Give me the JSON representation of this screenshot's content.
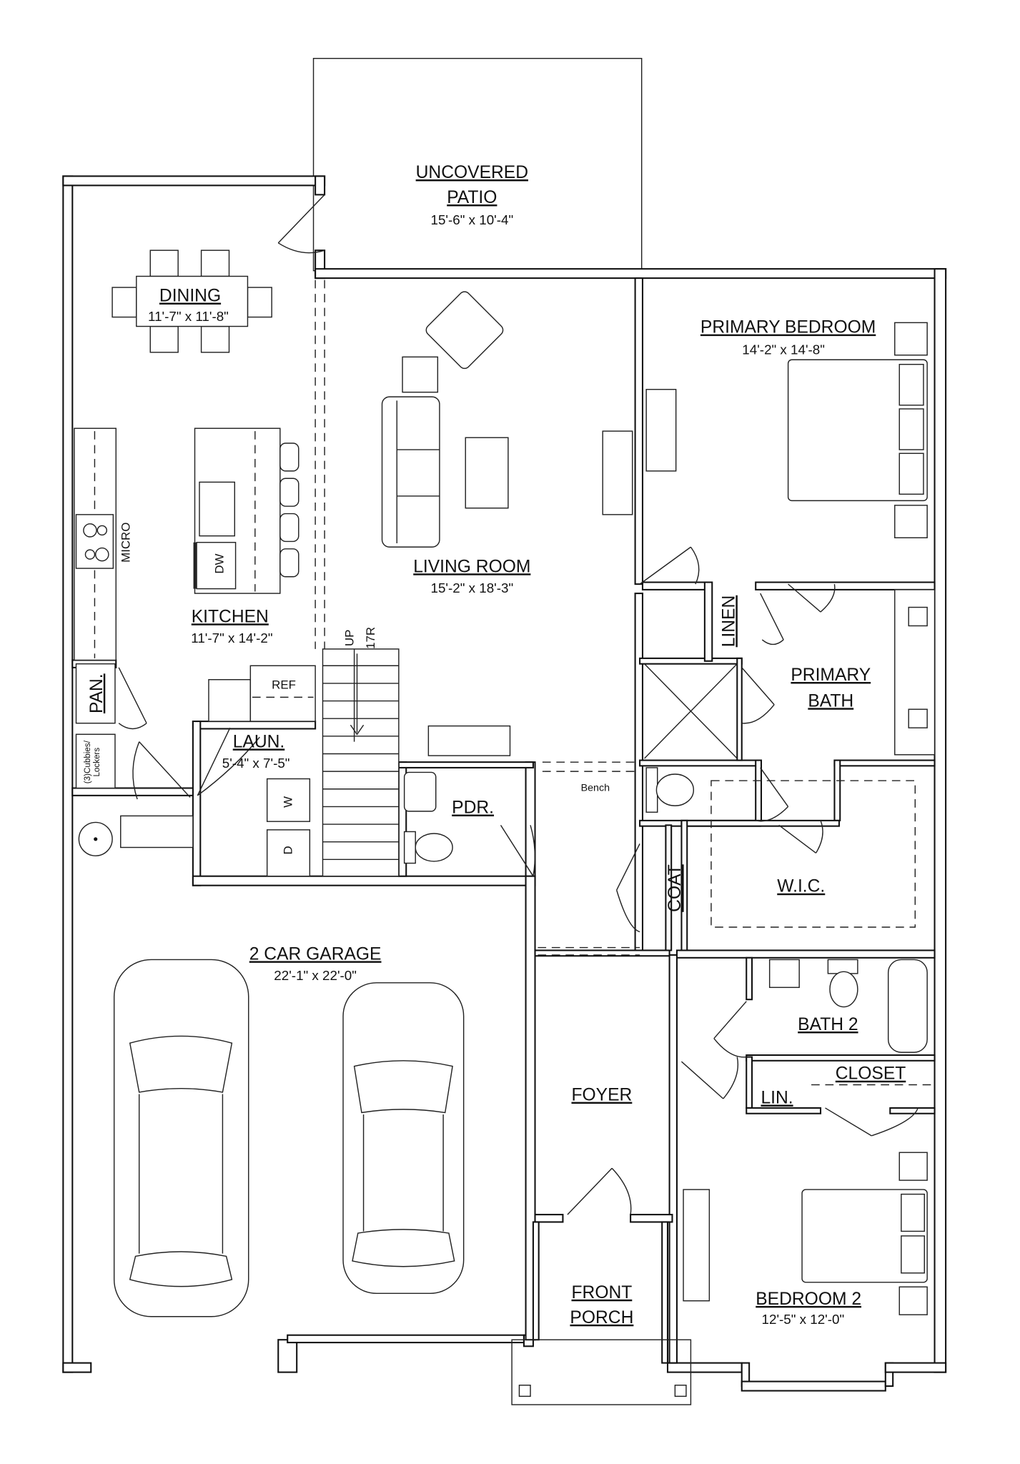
{
  "rooms": {
    "patio": {
      "name_line1": "UNCOVERED",
      "name_line2": "PATIO",
      "dims": "15'-6\" x 10'-4\""
    },
    "dining": {
      "name": "DINING",
      "dims": "11'-7\" x 11'-8\""
    },
    "primary_bedroom": {
      "name": "PRIMARY BEDROOM",
      "dims": "14'-2\" x 14'-8\""
    },
    "living_room": {
      "name": "LIVING ROOM",
      "dims": "15'-2\" x 18'-3\""
    },
    "kitchen": {
      "name": "KITCHEN",
      "dims": "11'-7\" x 14'-2\""
    },
    "primary_bath": {
      "name_line1": "PRIMARY",
      "name_line2": "BATH"
    },
    "laundry": {
      "name": "LAUN.",
      "dims": "5'-4\" x 7'-5\""
    },
    "powder": {
      "name": "PDR."
    },
    "wic": {
      "name": "W.I.C."
    },
    "garage": {
      "name": "2 CAR GARAGE",
      "dims": "22'-1\" x 22'-0\""
    },
    "bath2": {
      "name": "BATH 2"
    },
    "closet": {
      "name": "CLOSET"
    },
    "foyer": {
      "name": "FOYER"
    },
    "front_porch": {
      "name_line1": "FRONT",
      "name_line2": "PORCH"
    },
    "bedroom2": {
      "name": "BEDROOM 2",
      "dims": "12'-5\" x 12'-0\""
    }
  },
  "labels": {
    "micro": "MICRO",
    "dishwasher": "DW",
    "refrigerator": "REF",
    "pantry": "PAN.",
    "linen": "LINEN",
    "linen2": "LIN.",
    "coat": "COAT",
    "washer": "W",
    "dryer": "D",
    "stairs_up": "UP",
    "stairs_risers": "17R",
    "bench": "Bench",
    "cubbies_line1": "(3)Cubbies/",
    "cubbies_line2": "Lockers"
  }
}
